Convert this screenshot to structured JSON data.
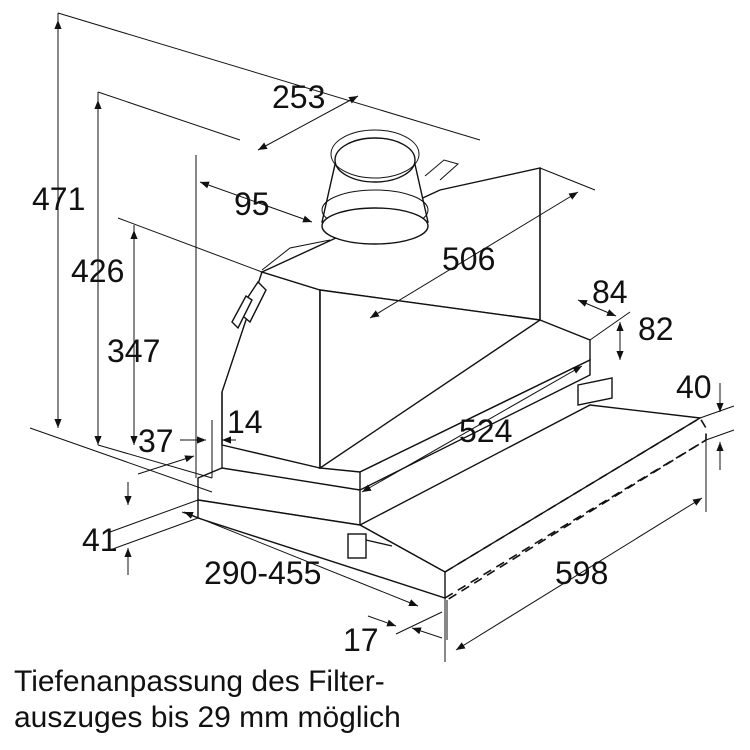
{
  "dimensions": {
    "d471": "471",
    "d426": "426",
    "d347": "347",
    "d253": "253",
    "d95": "95",
    "d506": "506",
    "d84": "84",
    "d82": "82",
    "d40": "40",
    "d14": "14",
    "d37": "37",
    "d524": "524",
    "d41": "41",
    "d290_455": "290-455",
    "d598": "598",
    "d17": "17"
  },
  "caption": {
    "line1": "Tiefenanpassung des Filter-",
    "line2": "auszuges bis 29 mm möglich"
  }
}
